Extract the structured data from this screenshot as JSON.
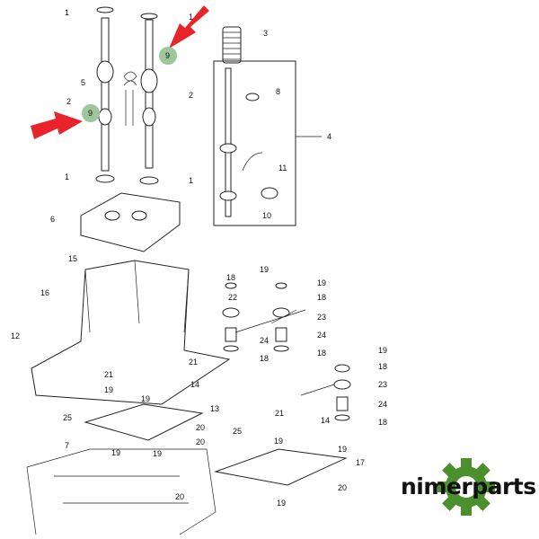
{
  "diagram": {
    "callouts": [
      "1",
      "1",
      "3",
      "5",
      "2",
      "2",
      "8",
      "4",
      "1",
      "1",
      "11",
      "10",
      "6",
      "15",
      "16",
      "18",
      "19",
      "19",
      "18",
      "22",
      "23",
      "12",
      "24",
      "18",
      "24",
      "18",
      "19",
      "18",
      "23",
      "24",
      "18",
      "21",
      "21",
      "19",
      "19",
      "14",
      "13",
      "25",
      "20",
      "20",
      "7",
      "19",
      "19",
      "20",
      "25",
      "21",
      "14",
      "19",
      "19",
      "17",
      "20",
      "19"
    ],
    "highlight_label": "9",
    "colors": {
      "arrow": "#e8242a",
      "highlight": "#9dc79a",
      "logo_green": "#4c8f2e"
    }
  },
  "logo": {
    "text": "nimerparts"
  }
}
